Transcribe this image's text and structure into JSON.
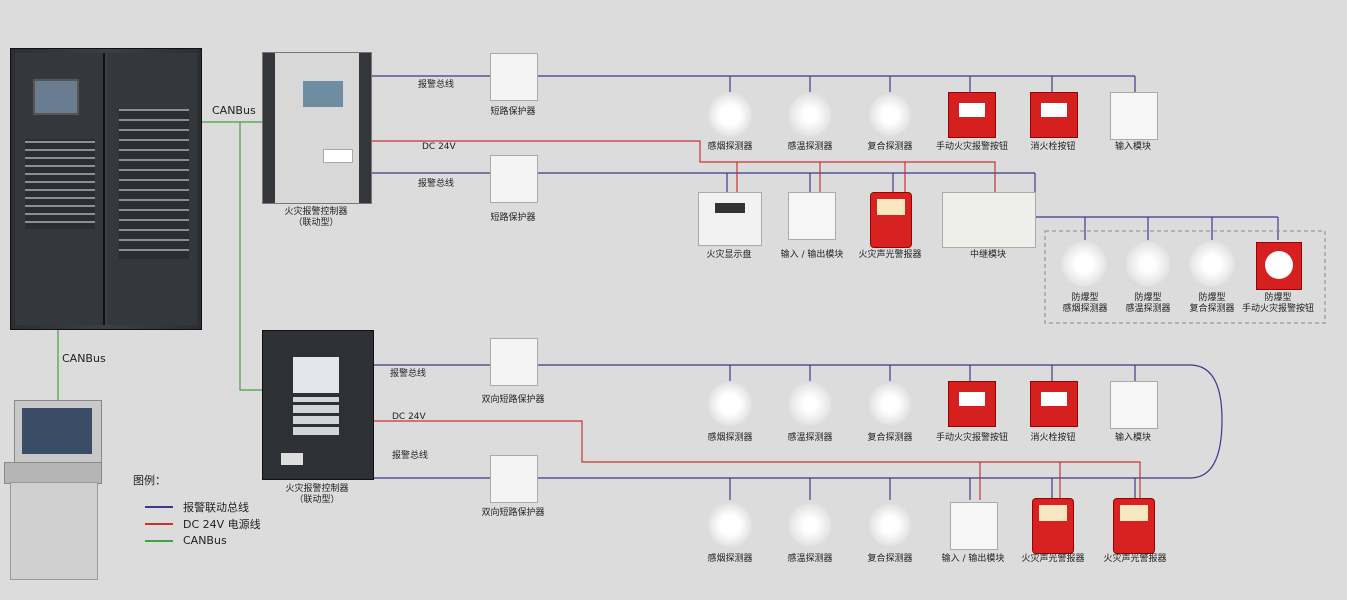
{
  "colors": {
    "bus": "#3a3a8c",
    "dc": "#c83232",
    "can": "#3fa33f",
    "bg": "#dcdcdc"
  },
  "wire_labels": {
    "bus1": "报警总线",
    "dc1": "DC 24V",
    "bus2": "报警总线",
    "bus3": "报警总线",
    "dc2": "DC 24V",
    "bus4": "报警总线",
    "can_top": "CANBus",
    "can_left": "CANBus"
  },
  "controllers": {
    "top": {
      "line1": "火灾报警控制器",
      "line2": "（联动型）"
    },
    "bottom": {
      "line1": "火灾报警控制器",
      "line2": "（联动型）"
    }
  },
  "protectors": {
    "p1": "短路保护器",
    "p2": "短路保护器",
    "p3": "双向短路保护器",
    "p4": "双向短路保护器"
  },
  "row1": [
    "感烟探测器",
    "感温探测器",
    "复合探测器",
    "手动火灾报警按钮",
    "消火栓按钮",
    "输入模块"
  ],
  "row2": [
    "火灾显示盘",
    "输入 / 输出模块",
    "火灾声光警报器",
    "中继模块"
  ],
  "explosion": [
    {
      "l1": "防爆型",
      "l2": "感烟探测器"
    },
    {
      "l1": "防爆型",
      "l2": "感温探测器"
    },
    {
      "l1": "防爆型",
      "l2": "复合探测器"
    },
    {
      "l1": "防爆型",
      "l2": "手动火灾报警按钮"
    }
  ],
  "row3": [
    "感烟探测器",
    "感温探测器",
    "复合探测器",
    "手动火灾报警按钮",
    "消火栓按钮",
    "输入模块"
  ],
  "row4": [
    "感烟探测器",
    "感温探测器",
    "复合探测器",
    "输入 / 输出模块",
    "火灾声光警报器",
    "火灾声光警报器"
  ],
  "legend": {
    "title": "图例：",
    "items": [
      "报警联动总线",
      "DC 24V 电源线",
      "CANBus"
    ]
  }
}
